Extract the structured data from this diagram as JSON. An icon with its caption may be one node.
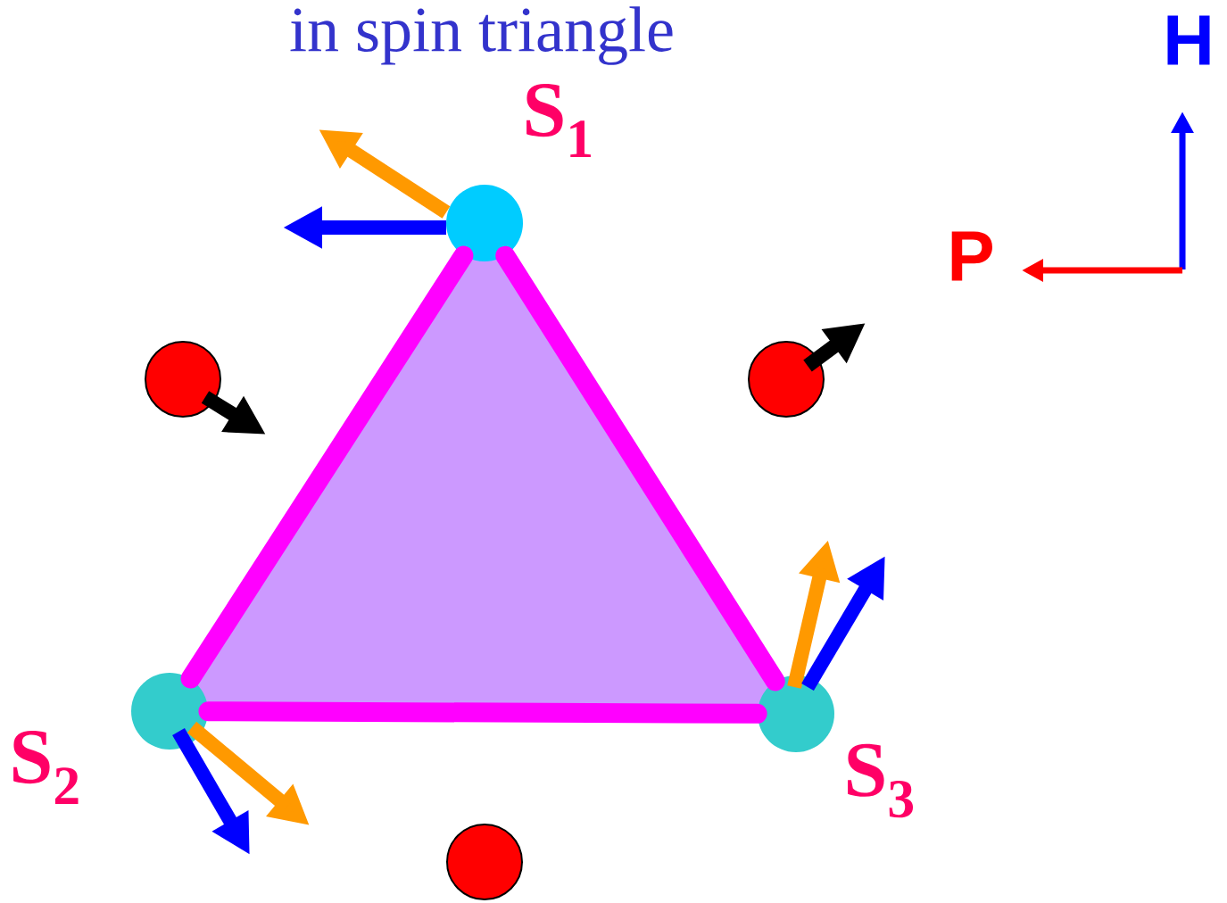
{
  "diagram": {
    "title": "in spin triangle",
    "nodes": [
      {
        "text": [],
        "shape": "circle",
        "beside": [
          "S$_{1}$"
        ]
      },
      {
        "text": [],
        "shape": "circle",
        "beside": [
          "S$_{2}$"
        ]
      },
      {
        "text": [],
        "shape": "circle",
        "beside": [
          "S$_{3}$"
        ]
      },
      {
        "text": [],
        "shape": "circle"
      },
      {
        "text": [],
        "shape": "circle"
      },
      {
        "text": [],
        "shape": "circle"
      }
    ],
    "edges": [
      {
        "from": 0,
        "to": 1,
        "arrow": "none"
      },
      {
        "from": 1,
        "to": 2,
        "arrow": "none"
      },
      {
        "from": 2,
        "to": 0,
        "arrow": "none"
      }
    ],
    "labels": [
      "H",
      "P"
    ]
  }
}
